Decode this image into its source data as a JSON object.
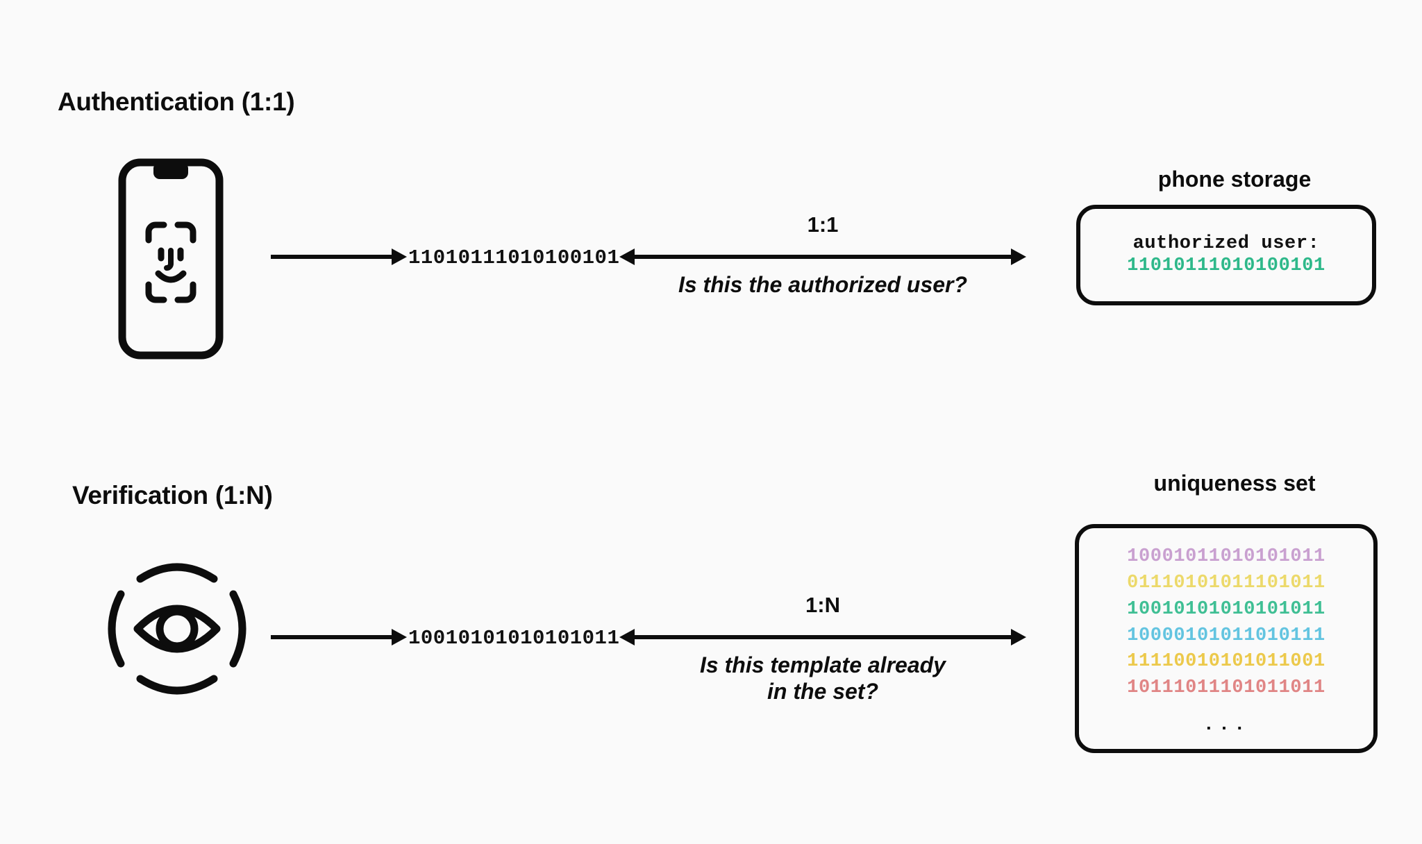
{
  "canvas": {
    "background": "#fafafa",
    "ink": "#0d0d0d"
  },
  "sections": [
    {
      "id": "authentication",
      "title": "Authentication (1:1)",
      "capture_icon": "face-id-phone-icon",
      "template": "11010111010100101",
      "ratio": "1:1",
      "question": "Is this the authorized user?",
      "store": {
        "heading": "phone storage",
        "label": "authorized user:",
        "entries": [
          {
            "bits": "11010111010100101",
            "color": "#2eb88a"
          }
        ]
      }
    },
    {
      "id": "verification",
      "title": "Verification (1:N)",
      "capture_icon": "iris-scan-eye-icon",
      "template": "10010101010101011",
      "ratio": "1:N",
      "question": "Is this template already in the set?",
      "question_line1": "Is this template already",
      "question_line2": "in the set?",
      "store": {
        "heading": "uniqueness set",
        "label": "",
        "entries": [
          {
            "bits": "10001011010101011",
            "color": "#c9a0d0"
          },
          {
            "bits": "01110101011101011",
            "color": "#ecd96a"
          },
          {
            "bits": "10010101010101011",
            "color": "#3fbf94"
          },
          {
            "bits": "10000101011010111",
            "color": "#63c4e0"
          },
          {
            "bits": "11110010101011001",
            "color": "#ecc94b"
          },
          {
            "bits": "10111011101011011",
            "color": "#e08585"
          }
        ],
        "ellipsis": "..."
      }
    }
  ],
  "colors": {
    "template_green": "#2eb88a",
    "purple": "#c9a0d0",
    "yellow": "#ecd96a",
    "green": "#3fbf94",
    "blue": "#63c4e0",
    "gold": "#ecc94b",
    "red": "#e08585"
  }
}
